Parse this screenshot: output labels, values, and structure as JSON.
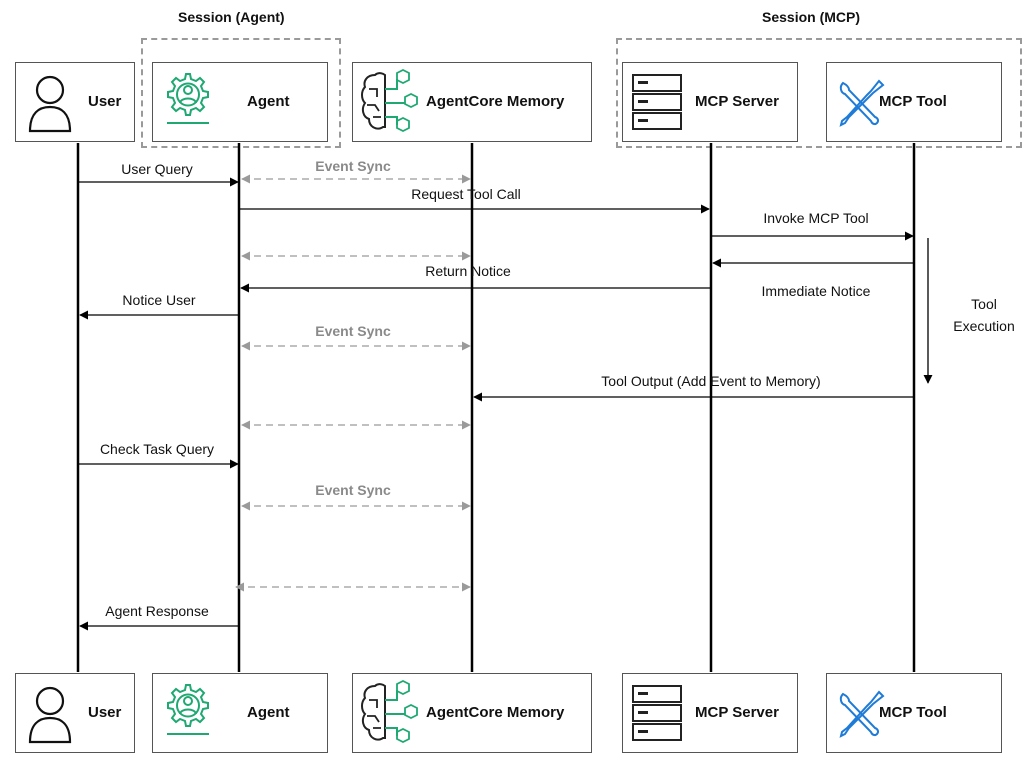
{
  "groups": {
    "agent_session": "Session (Agent)",
    "mcp_session": "Session (MCP)"
  },
  "participants": {
    "user": "User",
    "agent": "Agent",
    "memory": "AgentCore Memory",
    "mcp_server": "MCP Server",
    "mcp_tool": "MCP Tool"
  },
  "messages": {
    "user_query": "User  Query",
    "event_sync": "Event Sync",
    "request_tool_call": "Request Tool Call",
    "invoke_mcp_tool": "Invoke MCP Tool",
    "return_notice": "Return Notice",
    "immediate_notice": "Immediate Notice",
    "notice_user": "Notice User",
    "tool_output": "Tool Output (Add Event to Memory)",
    "check_task_query": "Check Task Query",
    "agent_response": "Agent Response"
  },
  "notes": {
    "tool_execution_line1": "Tool",
    "tool_execution_line2": "Execution"
  },
  "colors": {
    "lifeline": "#000000",
    "sync_arrow": "#9a9a9a",
    "group_border": "#9a9a9a",
    "agent_icon": "#1fa872",
    "memory_icon": "#1fa872",
    "tool_icon": "#1f7bd8"
  },
  "icons": {
    "user": "person-icon",
    "agent": "brain-gear-icon",
    "memory": "brain-network-icon",
    "mcp_server": "server-rack-icon",
    "mcp_tool": "wrench-screwdriver-icon"
  }
}
